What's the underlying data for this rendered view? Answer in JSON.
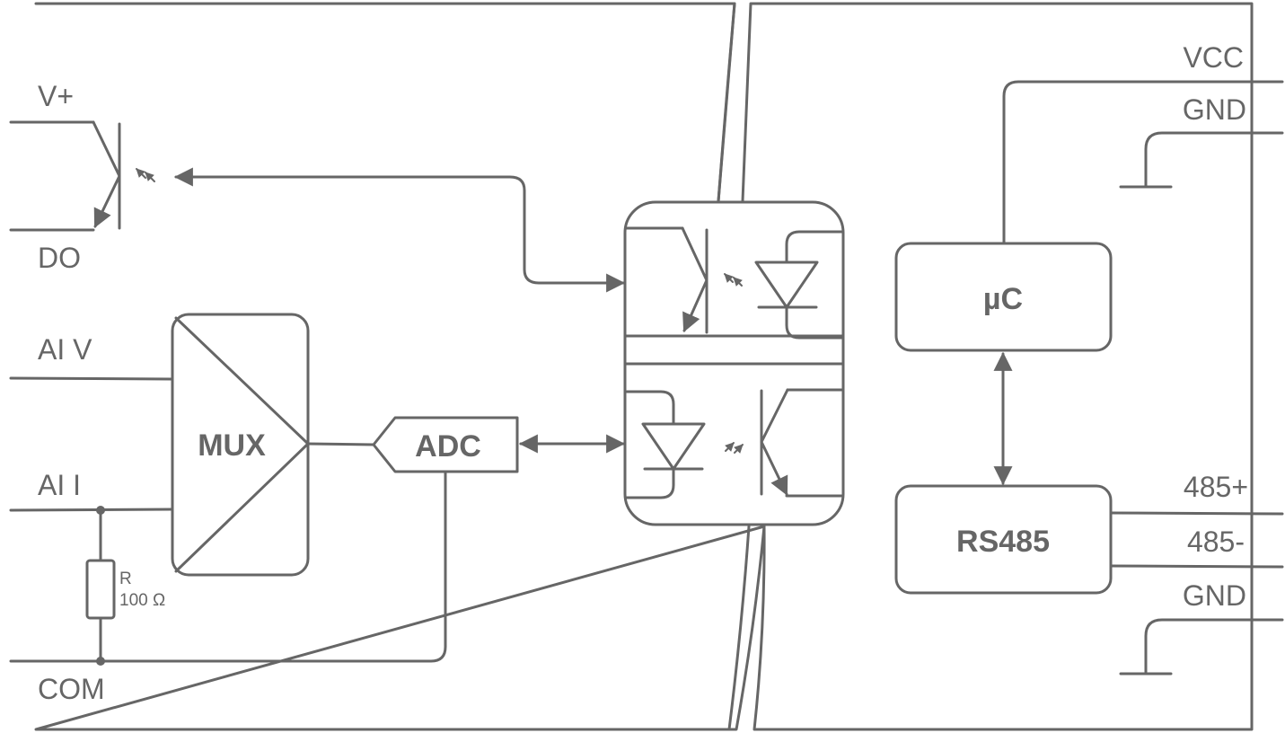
{
  "left_terminals": {
    "v_plus": "V+",
    "do": "DO",
    "ai_v": "AI V",
    "ai_i": "AI I",
    "com": "COM"
  },
  "blocks": {
    "mux": "MUX",
    "adc": "ADC",
    "uc": "µC",
    "rs485": "RS485"
  },
  "resistor": {
    "name": "R",
    "value": "100 Ω"
  },
  "right_terminals": {
    "vcc": "VCC",
    "gnd_top": "GND",
    "p485": "485+",
    "n485": "485-",
    "gnd_bottom": "GND"
  },
  "colors": {
    "stroke": "#666666",
    "background": "#ffffff"
  }
}
